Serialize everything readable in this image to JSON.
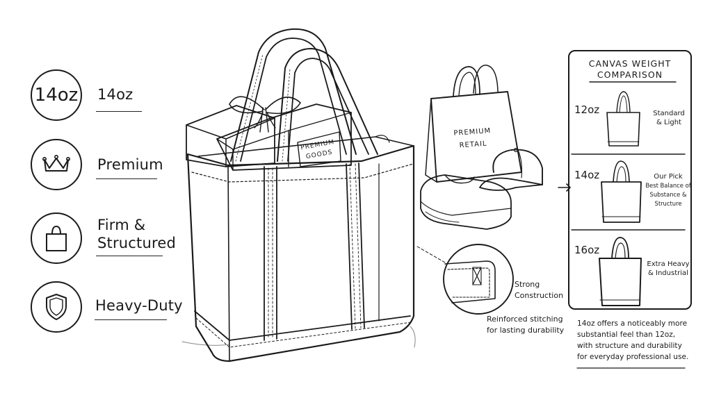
{
  "features": [
    {
      "icon": "14oz",
      "label": "14oz"
    },
    {
      "icon": "crown-icon",
      "label": "Premium"
    },
    {
      "icon": "tote-icon",
      "label_line1": "Firm &",
      "label_line2": "Structured"
    },
    {
      "icon": "shield-icon",
      "label": "Heavy-Duty"
    }
  ],
  "bag_labels": {
    "goods_line1": "PREMIUM",
    "goods_line2": "GOODS",
    "retail_line1": "PREMIUM",
    "retail_line2": "RETAIL"
  },
  "callout": {
    "title_line1": "Strong",
    "title_line2": "Construction",
    "note_line1": "Reinforced stitching",
    "note_line2": "for lasting durability"
  },
  "comparison": {
    "title_line1": "CANVAS WEIGHT",
    "title_line2": "COMPARISON",
    "rows": [
      {
        "weight": "12oz",
        "desc_line1": "Standard",
        "desc_line2": "& Light"
      },
      {
        "weight": "14oz",
        "desc_line1": "Our Pick",
        "desc_line2": "Best Balance of",
        "desc_line3": "Substance &",
        "desc_line4": "Structure"
      },
      {
        "weight": "16oz",
        "desc_line1": "Extra Heavy",
        "desc_line2": "& Industrial"
      }
    ],
    "summary_line1": "14oz offers a noticeably more",
    "summary_line2": "substantial feel than 12oz,",
    "summary_line3": "with structure and durability",
    "summary_line4": "for everyday professional use."
  }
}
